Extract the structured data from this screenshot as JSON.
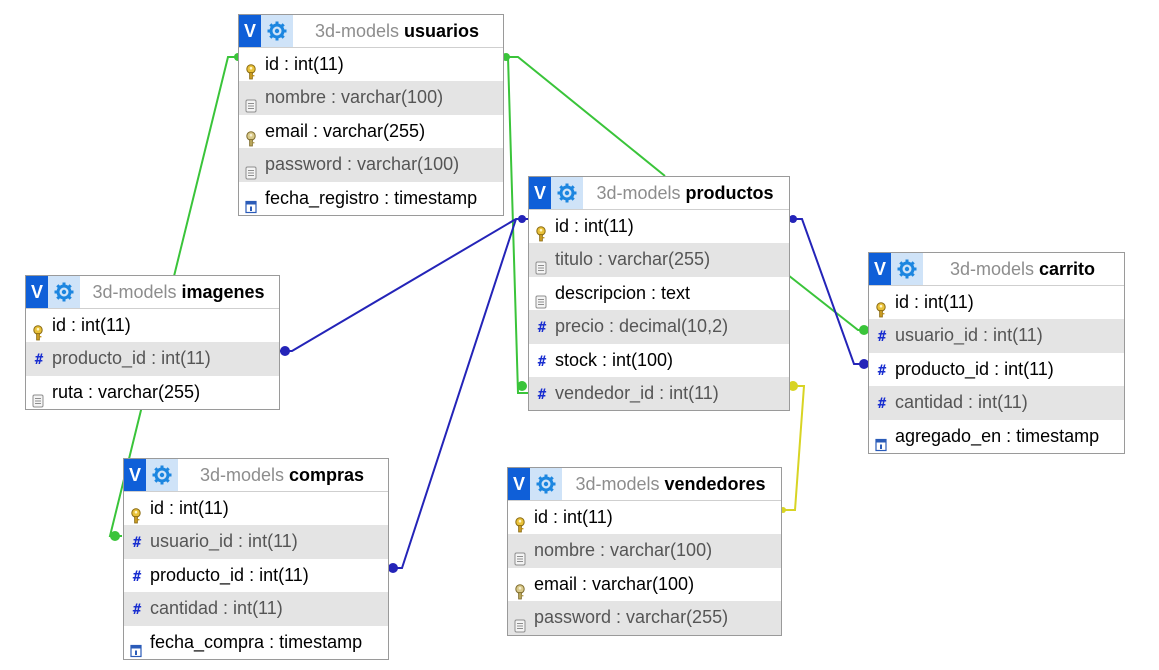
{
  "colors": {
    "link_green": "#3ac43a",
    "link_blue": "#2424b8",
    "link_yellow": "#d8d424",
    "header_blue": "#0f5fd8",
    "gear_bg": "#cfe3f8",
    "row_alt": "#e4e4e4"
  },
  "tables": {
    "usuarios": {
      "database": "3d-models",
      "name": "usuarios",
      "fields": [
        {
          "label": "id : int(11)",
          "icon": "primary-key-icon"
        },
        {
          "label": "nombre : varchar(100)",
          "icon": "text-field-icon"
        },
        {
          "label": "email : varchar(255)",
          "icon": "key-icon"
        },
        {
          "label": "password : varchar(100)",
          "icon": "text-field-icon"
        },
        {
          "label": "fecha_registro : timestamp",
          "icon": "timestamp-icon"
        }
      ]
    },
    "productos": {
      "database": "3d-models",
      "name": "productos",
      "fields": [
        {
          "label": "id : int(11)",
          "icon": "primary-key-icon"
        },
        {
          "label": "titulo : varchar(255)",
          "icon": "text-field-icon"
        },
        {
          "label": "descripcion : text",
          "icon": "text-field-icon"
        },
        {
          "label": "precio : decimal(10,2)",
          "icon": "numeric-field-icon"
        },
        {
          "label": "stock : int(100)",
          "icon": "numeric-field-icon"
        },
        {
          "label": "vendedor_id : int(11)",
          "icon": "numeric-field-icon"
        }
      ]
    },
    "imagenes": {
      "database": "3d-models",
      "name": "imagenes",
      "fields": [
        {
          "label": "id : int(11)",
          "icon": "primary-key-icon"
        },
        {
          "label": "producto_id : int(11)",
          "icon": "numeric-field-icon"
        },
        {
          "label": "ruta : varchar(255)",
          "icon": "text-field-icon"
        }
      ]
    },
    "carrito": {
      "database": "3d-models",
      "name": "carrito",
      "fields": [
        {
          "label": "id : int(11)",
          "icon": "primary-key-icon"
        },
        {
          "label": "usuario_id : int(11)",
          "icon": "numeric-field-icon"
        },
        {
          "label": "producto_id : int(11)",
          "icon": "numeric-field-icon"
        },
        {
          "label": "cantidad : int(11)",
          "icon": "numeric-field-icon"
        },
        {
          "label": "agregado_en : timestamp",
          "icon": "timestamp-icon"
        }
      ]
    },
    "compras": {
      "database": "3d-models",
      "name": "compras",
      "fields": [
        {
          "label": "id : int(11)",
          "icon": "primary-key-icon"
        },
        {
          "label": "usuario_id : int(11)",
          "icon": "numeric-field-icon"
        },
        {
          "label": "producto_id : int(11)",
          "icon": "numeric-field-icon"
        },
        {
          "label": "cantidad : int(11)",
          "icon": "numeric-field-icon"
        },
        {
          "label": "fecha_compra : timestamp",
          "icon": "timestamp-icon"
        }
      ]
    },
    "vendedores": {
      "database": "3d-models",
      "name": "vendedores",
      "fields": [
        {
          "label": "id : int(11)",
          "icon": "primary-key-icon"
        },
        {
          "label": "nombre : varchar(100)",
          "icon": "text-field-icon"
        },
        {
          "label": "email : varchar(100)",
          "icon": "key-icon"
        },
        {
          "label": "password : varchar(255)",
          "icon": "text-field-icon"
        }
      ]
    }
  },
  "toggle_label": "V",
  "relations": [
    {
      "from": "imagenes.producto_id",
      "to": "productos.id",
      "color": "blue"
    },
    {
      "from": "compras.producto_id",
      "to": "productos.id",
      "color": "blue"
    },
    {
      "from": "carrito.producto_id",
      "to": "productos.id",
      "color": "blue"
    },
    {
      "from": "compras.usuario_id",
      "to": "usuarios.id",
      "color": "green"
    },
    {
      "from": "carrito.usuario_id",
      "to": "usuarios.id",
      "color": "green"
    },
    {
      "from": "productos.vendedor_id",
      "to": "usuarios.id",
      "color": "green"
    },
    {
      "from": "productos.vendedor_id",
      "to": "vendedores.id",
      "color": "yellow"
    }
  ]
}
